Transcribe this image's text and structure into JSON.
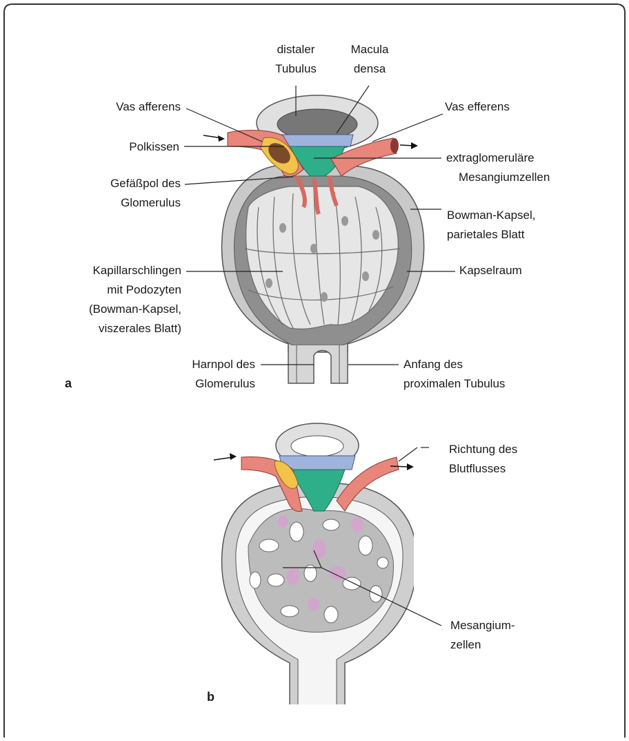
{
  "panels": {
    "a": {
      "letter": "a",
      "labels": {
        "distal_tubule": [
          "distaler",
          "Tubulus"
        ],
        "macula_densa": [
          "Macula",
          "densa"
        ],
        "vas_afferens": [
          "Vas afferens"
        ],
        "vas_efferens": [
          "Vas efferens"
        ],
        "polkissen": [
          "Polkissen"
        ],
        "extraglomerular_mesangial": [
          "extraglomeruläre",
          "Mesangiumzellen"
        ],
        "vascular_pole": [
          "Gefäßpol des",
          "Glomerulus"
        ],
        "bowman_parietal": [
          "Bowman-Kapsel,",
          "parietales Blatt"
        ],
        "capillary_loops": [
          "Kapillarschlingen",
          "mit Podozyten",
          "(Bowman-Kapsel,",
          "viszerales Blatt)"
        ],
        "capsular_space": [
          "Kapselraum"
        ],
        "urinary_pole": [
          "Harnpol des",
          "Glomerulus"
        ],
        "proximal_tubule_start": [
          "Anfang des",
          "proximalen Tubulus"
        ]
      }
    },
    "b": {
      "letter": "b",
      "labels": {
        "blood_flow_direction": [
          "Richtung des",
          "Blutflusses"
        ],
        "mesangial_cells": [
          "Mesangium-",
          "zellen"
        ]
      }
    }
  },
  "colors": {
    "arteriole": "#e8867c",
    "polkissen": "#f2c24a",
    "macula_densa": "#9fb4dd",
    "mesangium": "#2fae8a",
    "capsule": "#b9b9b9",
    "capillary": "#e4e4e4",
    "mesangial_cell_b": "#d7a3cf"
  }
}
